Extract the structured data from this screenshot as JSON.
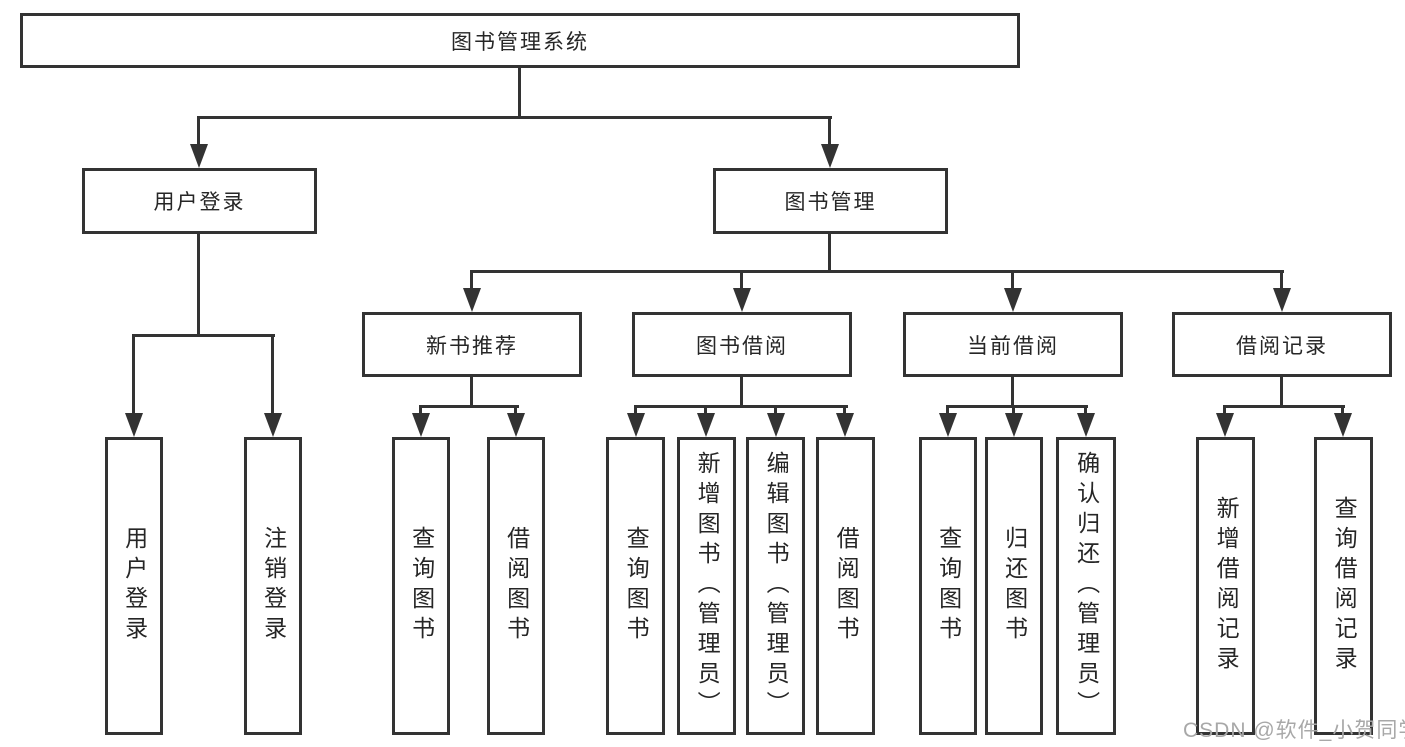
{
  "diagram": {
    "nodes": {
      "root": "图书管理系统",
      "userLogin": "用户登录",
      "bookMgmt": "图书管理",
      "newBookRec": "新书推荐",
      "bookBorrow": "图书借阅",
      "currentBorrow": "当前借阅",
      "borrowRecords": "借阅记录",
      "leafUserLogin": "用户登录",
      "leafLogout": "注销登录",
      "leafNbrQuery": "查询图书",
      "leafNbrBorrow": "借阅图书",
      "leafBbQuery": "查询图书",
      "leafBbAdd": "新增图书（管理员）",
      "leafBbEdit": "编辑图书（管理员）",
      "leafBbBorrow": "借阅图书",
      "leafCbQuery": "查询图书",
      "leafCbReturn": "归还图书",
      "leafCbConfirm": "确认归还（管理员）",
      "leafBrAdd": "新增借阅记录",
      "leafBrQuery": "查询借阅记录"
    }
  },
  "watermark": {
    "text": "CSDN @软件_小贺同学"
  },
  "colors": {
    "line": "#333333",
    "text": "#262626",
    "box_fill": "#ffffff",
    "background": "#ffffff",
    "watermark": "#a8a8a8"
  }
}
